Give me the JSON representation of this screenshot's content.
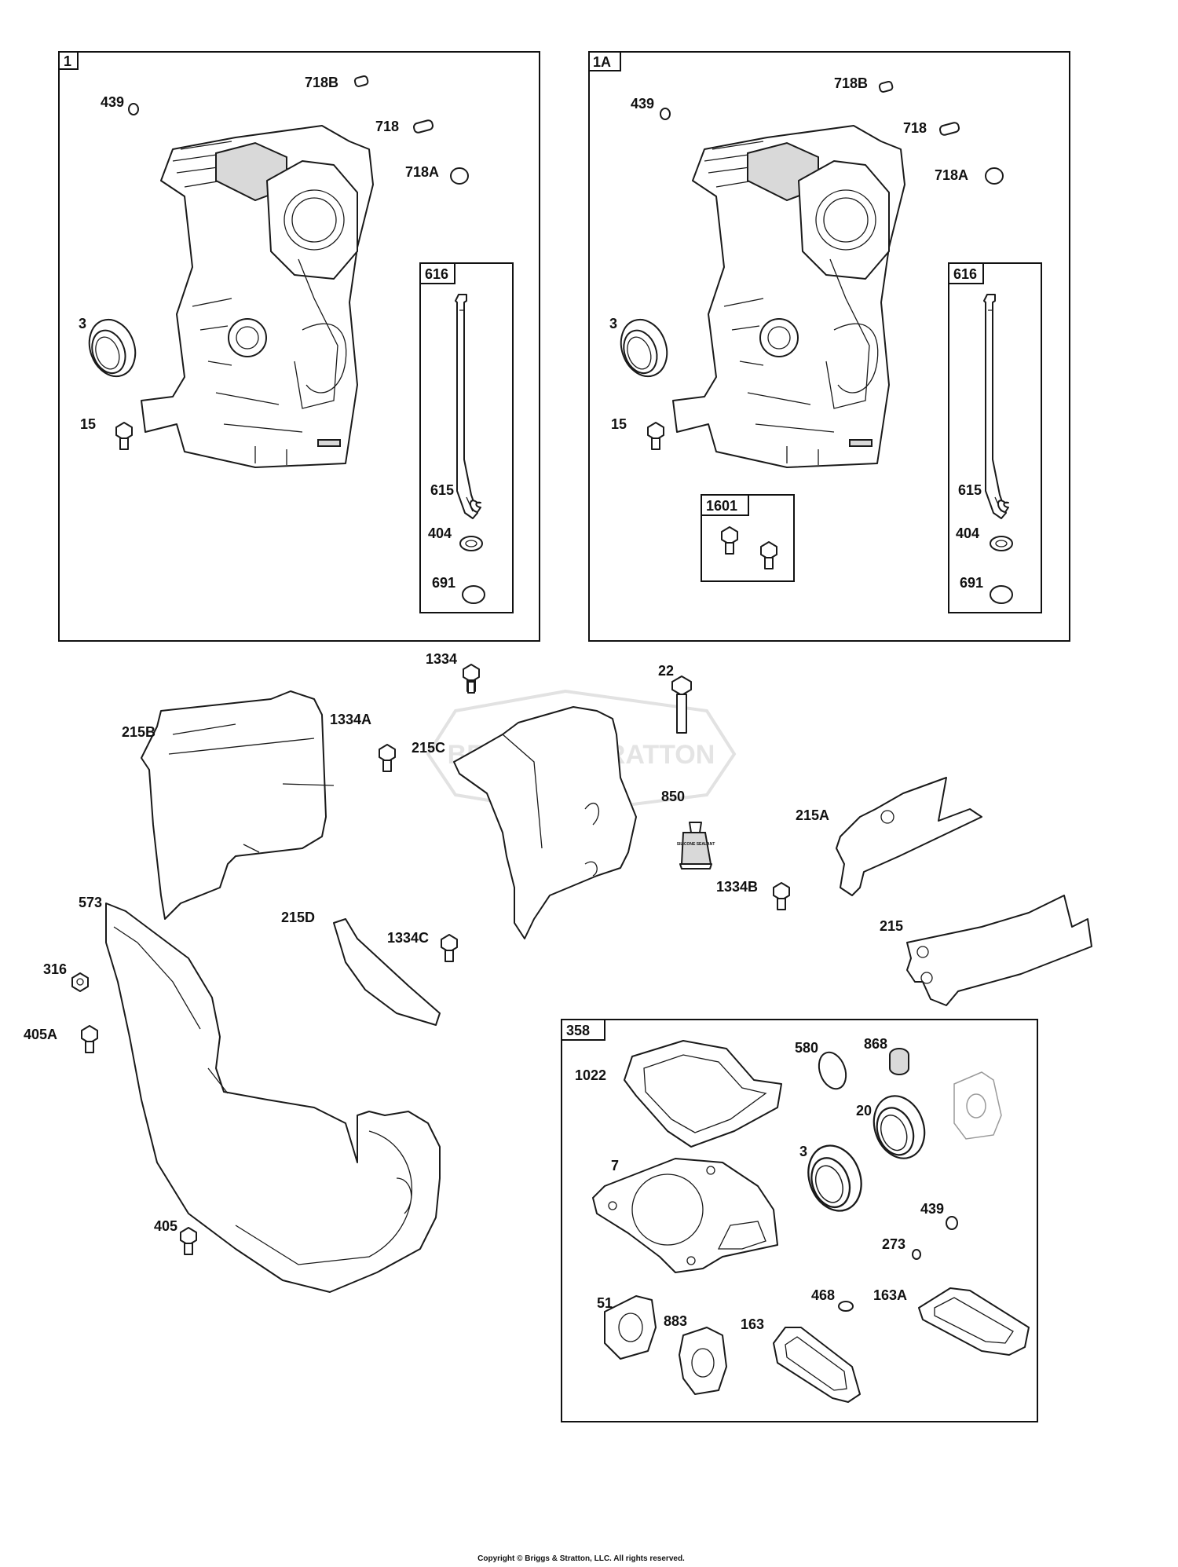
{
  "watermark": "BRIGGS&STRATTON",
  "tube_label": "SILICONE SEALANT",
  "copyright": "Copyright © Briggs & Stratton, LLC. All rights reserved.",
  "boxes": {
    "b1": "1",
    "b1a": "1A",
    "b616a": "616",
    "b616b": "616",
    "b1601": "1601",
    "b358": "358"
  },
  "labels": {
    "l718b_1": "718B",
    "l439_1": "439",
    "l718_1": "718",
    "l718a_1": "718A",
    "l3_1": "3",
    "l15_1": "15",
    "l615_1": "615",
    "l404_1": "404",
    "l691_1": "691",
    "l718b_2": "718B",
    "l439_2": "439",
    "l718_2": "718",
    "l718a_2": "718A",
    "l3_2": "3",
    "l15_2": "15",
    "l615_2": "615",
    "l404_2": "404",
    "l691_2": "691",
    "l1334": "1334",
    "l22": "22",
    "l215b": "215B",
    "l1334a": "1334A",
    "l215c": "215C",
    "l850": "850",
    "l215a": "215A",
    "l1334b": "1334B",
    "l573": "573",
    "l215d": "215D",
    "l1334c": "1334C",
    "l215": "215",
    "l316": "316",
    "l405a": "405A",
    "l405": "405",
    "l1022": "1022",
    "l580": "580",
    "l868": "868",
    "l20": "20",
    "l7": "7",
    "l3_3": "3",
    "l439_3": "439",
    "l273": "273",
    "l468": "468",
    "l163a": "163A",
    "l51": "51",
    "l883": "883",
    "l163": "163"
  }
}
